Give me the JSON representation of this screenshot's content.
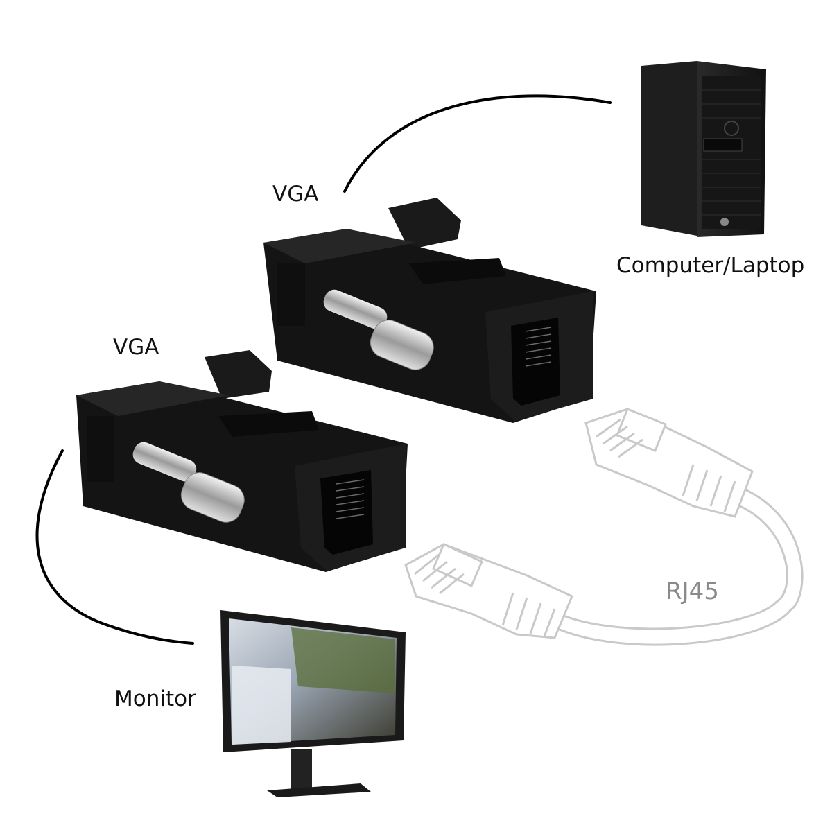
{
  "labels": {
    "vga_top": "VGA",
    "vga_bottom": "VGA",
    "computer": "Computer/Laptop",
    "monitor": "Monitor",
    "cable": "RJ45"
  },
  "icons": {
    "adapter_top": "vga-to-rj45-adapter-icon",
    "adapter_bottom": "vga-to-rj45-adapter-icon",
    "computer": "tower-computer-icon",
    "monitor": "monitor-icon",
    "cable": "rj45-cable-icon"
  },
  "colors": {
    "adapter": "#141414",
    "connector_line": "#000000",
    "cable_outline": "#c9c9c9",
    "cable_label": "#8a8a8a"
  }
}
